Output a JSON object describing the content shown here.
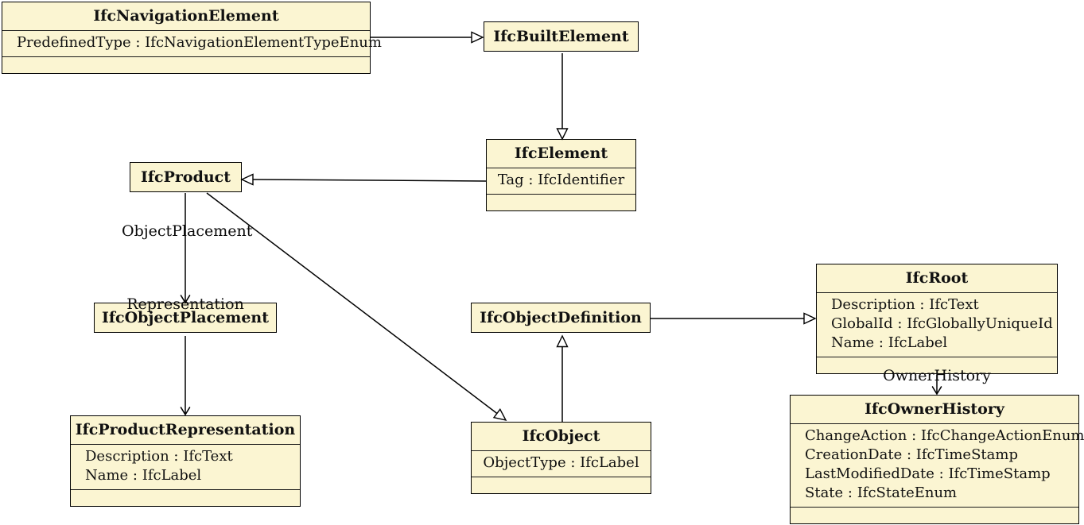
{
  "diagram": {
    "background": "#ffffff",
    "node_fill": "#fbf5d2",
    "node_border": "#000000",
    "classes": [
      {
        "title": "IfcNavigationElement",
        "attributes": [
          "PredefinedType : IfcNavigationElementTypeEnum"
        ]
      },
      {
        "title": "IfcBuiltElement",
        "attributes": []
      },
      {
        "title": "IfcElement",
        "attributes": [
          "Tag : IfcIdentifier"
        ]
      },
      {
        "title": "IfcProduct",
        "attributes": []
      },
      {
        "title": "IfcObjectPlacement",
        "attributes": []
      },
      {
        "title": "IfcProductRepresentation",
        "attributes": [
          "Description : IfcText",
          "Name : IfcLabel"
        ]
      },
      {
        "title": "IfcObjectDefinition",
        "attributes": []
      },
      {
        "title": "IfcObject",
        "attributes": [
          "ObjectType : IfcLabel"
        ]
      },
      {
        "title": "IfcRoot",
        "attributes": [
          "Description : IfcText",
          "GlobalId : IfcGloballyUniqueId",
          "Name : IfcLabel"
        ]
      },
      {
        "title": "IfcOwnerHistory",
        "attributes": [
          "ChangeAction : IfcChangeActionEnum",
          "CreationDate : IfcTimeStamp",
          "LastModifiedDate : IfcTimeStamp",
          "State : IfcStateEnum"
        ]
      }
    ],
    "relations": [
      {
        "from": "IfcNavigationElement",
        "to": "IfcBuiltElement",
        "type": "generalization",
        "label": ""
      },
      {
        "from": "IfcBuiltElement",
        "to": "IfcElement",
        "type": "generalization",
        "label": ""
      },
      {
        "from": "IfcElement",
        "to": "IfcProduct",
        "type": "generalization",
        "label": ""
      },
      {
        "from": "IfcProduct",
        "to": "IfcObject",
        "type": "generalization",
        "label": ""
      },
      {
        "from": "IfcObject",
        "to": "IfcObjectDefinition",
        "type": "generalization",
        "label": ""
      },
      {
        "from": "IfcObjectDefinition",
        "to": "IfcRoot",
        "type": "generalization",
        "label": ""
      },
      {
        "from": "IfcProduct",
        "to": "IfcObjectPlacement",
        "type": "association",
        "label": "ObjectPlacement"
      },
      {
        "from": "IfcProduct",
        "to": "IfcProductRepresentation",
        "type": "association",
        "label": "Representation"
      },
      {
        "from": "IfcRoot",
        "to": "IfcOwnerHistory",
        "type": "association",
        "label": "OwnerHistory"
      }
    ]
  }
}
